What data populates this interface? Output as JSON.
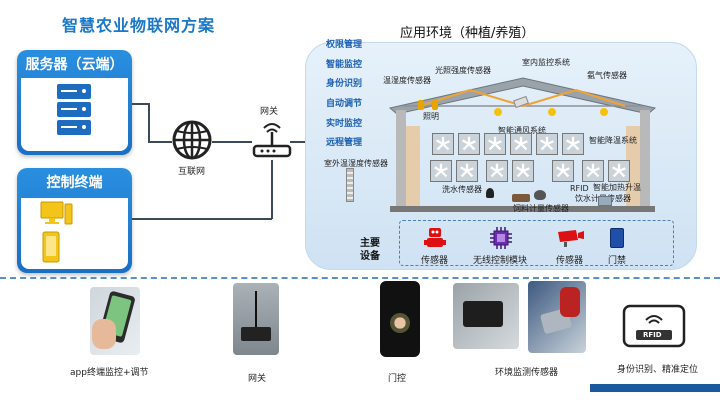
{
  "title": "智慧农业物联网方案",
  "server": {
    "title": "服务器（云端）"
  },
  "terminal": {
    "title": "控制终端"
  },
  "network": {
    "internet_label": "互联网",
    "gateway_label": "网关"
  },
  "environment": {
    "title": "应用环境（种植/养殖）",
    "menu": [
      "权限管理",
      "智能监控",
      "身份识别",
      "自动调节",
      "实时监控",
      "远程管理"
    ],
    "labels": {
      "temp_humidity": "温湿度传感器",
      "light_intensity": "光照强度传感器",
      "indoor_monitor": "室内监控系统",
      "ammonia": "氨气传感器",
      "lighting": "照明",
      "ventilation": "智能通风系统",
      "cooling": "智能降温系统",
      "outdoor_temp": "室外温湿度传感器",
      "spray": "洗水传感器",
      "rfid": "RFID",
      "feed_meter": "饲料计量传感器",
      "heating": "智能加热升温",
      "water_meter": "饮水计量传感器"
    },
    "devices_label": "主要\n设备",
    "devices": [
      "传感器",
      "无线控制模块",
      "传感器",
      "门禁"
    ]
  },
  "bottom": {
    "captions": [
      "app终端监控+调节",
      "网关",
      "门控",
      "环境监测传感器",
      "身份识别、精准定位"
    ],
    "rfid_text": "RFID"
  },
  "colors": {
    "accent": "#1a78c8",
    "panel": "#1f7ad0",
    "env_bg": "#dce9f6"
  }
}
